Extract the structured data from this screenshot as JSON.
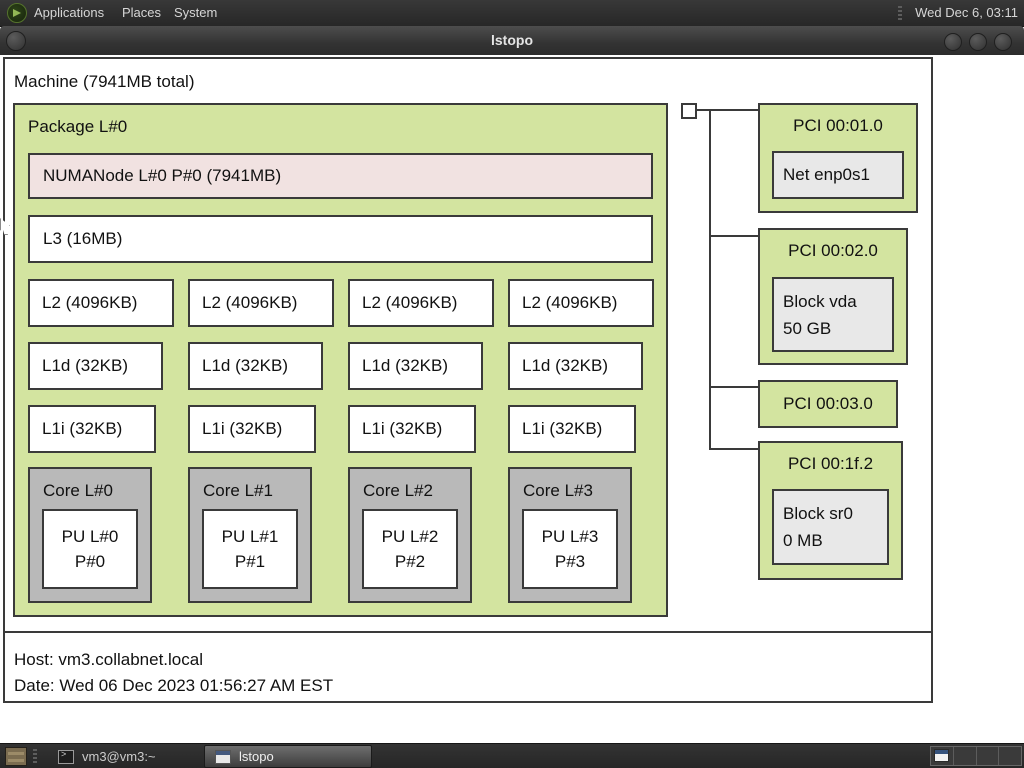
{
  "panel_top": {
    "menus": [
      {
        "label": "Applications"
      },
      {
        "label": "Places"
      },
      {
        "label": "System"
      }
    ],
    "clock": "Wed Dec 6, 03:11"
  },
  "window": {
    "title": "lstopo"
  },
  "topology": {
    "machine_label": "Machine (7941MB total)",
    "package_label": "Package L#0",
    "numa_label": "NUMANode L#0 P#0 (7941MB)",
    "l3_label": "L3 (16MB)",
    "l2_labels": [
      "L2 (4096KB)",
      "L2 (4096KB)",
      "L2 (4096KB)",
      "L2 (4096KB)"
    ],
    "l1d_labels": [
      "L1d (32KB)",
      "L1d (32KB)",
      "L1d (32KB)",
      "L1d (32KB)"
    ],
    "l1i_labels": [
      "L1i (32KB)",
      "L1i (32KB)",
      "L1i (32KB)",
      "L1i (32KB)"
    ],
    "cores": [
      {
        "label": "Core L#0",
        "pu_line1": "PU L#0",
        "pu_line2": "P#0"
      },
      {
        "label": "Core L#1",
        "pu_line1": "PU L#1",
        "pu_line2": "P#1"
      },
      {
        "label": "Core L#2",
        "pu_line1": "PU L#2",
        "pu_line2": "P#2"
      },
      {
        "label": "Core L#3",
        "pu_line1": "PU L#3",
        "pu_line2": "P#3"
      }
    ],
    "pci": [
      {
        "title": "PCI 00:01.0",
        "device_line1": "Net enp0s1",
        "device_line2": ""
      },
      {
        "title": "PCI 00:02.0",
        "device_line1": "Block vda",
        "device_line2": "50 GB"
      },
      {
        "title": "PCI 00:03.0"
      },
      {
        "title": "PCI 00:1f.2",
        "device_line1": "Block sr0",
        "device_line2": "0 MB"
      }
    ],
    "legend": {
      "host": "Host: vm3.collabnet.local",
      "date": "Date: Wed 06 Dec 2023 01:56:27 AM EST"
    }
  },
  "taskbar": {
    "tasks": [
      {
        "label": "vm3@vm3:~",
        "active": false
      },
      {
        "label": "lstopo",
        "active": true
      }
    ]
  },
  "colors": {
    "package_green": "#d3e4a0",
    "numa_pink": "#f1e2e1",
    "core_gray": "#b9b9b9",
    "device_gray": "#e8e8e8",
    "box_border": "#3a3a3a",
    "panel_bg": "#2e2e2e",
    "canvas_bg": "#ffffff"
  }
}
